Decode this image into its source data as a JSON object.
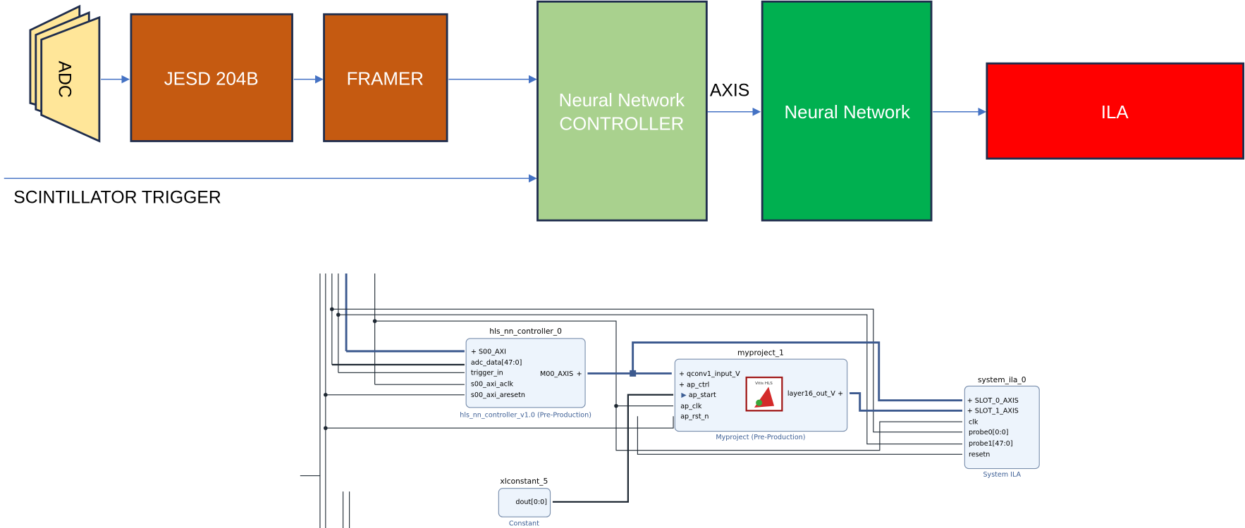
{
  "top_diagram": {
    "adc": {
      "label": "ADC",
      "color": "#FFE699"
    },
    "jesd": {
      "label": "JESD 204B",
      "color": "#C55A11"
    },
    "framer": {
      "label": "FRAMER",
      "color": "#C55A11"
    },
    "controller": {
      "line1": "Neural Network",
      "line2": "CONTROLLER",
      "color": "#A9D18E"
    },
    "axis_label": "AXIS",
    "neural_network": {
      "label": "Neural Network",
      "color": "#00B050"
    },
    "ila": {
      "label": "ILA",
      "color": "#FF0000"
    },
    "trigger_label": "SCINTILLATOR TRIGGER",
    "arrow_color": "#4472C4"
  },
  "block_design": {
    "controller": {
      "title": "hls_nn_controller_0",
      "subtitle": "hls_nn_controller_v1.0 (Pre-Production)",
      "ports_in": [
        "S00_AXI",
        "adc_data[47:0]",
        "trigger_in",
        "s00_axi_aclk",
        "s00_axi_aresetn"
      ],
      "ports_out": [
        "M00_AXIS"
      ]
    },
    "myproject": {
      "title": "myproject_1",
      "subtitle": "Myproject (Pre-Production)",
      "ports_in": [
        "qconv1_input_V",
        "ap_ctrl",
        "ap_start",
        "ap_clk",
        "ap_rst_n"
      ],
      "ports_out": [
        "layer16_out_V"
      ],
      "logo_text": "Vitis HLS"
    },
    "ila": {
      "title": "system_ila_0",
      "subtitle": "System ILA",
      "ports_in": [
        "SLOT_0_AXIS",
        "SLOT_1_AXIS",
        "clk",
        "probe0[0:0]",
        "probe1[47:0]",
        "resetn"
      ]
    },
    "constant": {
      "title": "xlconstant_5",
      "subtitle": "Constant",
      "ports_out": [
        "dout[0:0]"
      ]
    }
  }
}
